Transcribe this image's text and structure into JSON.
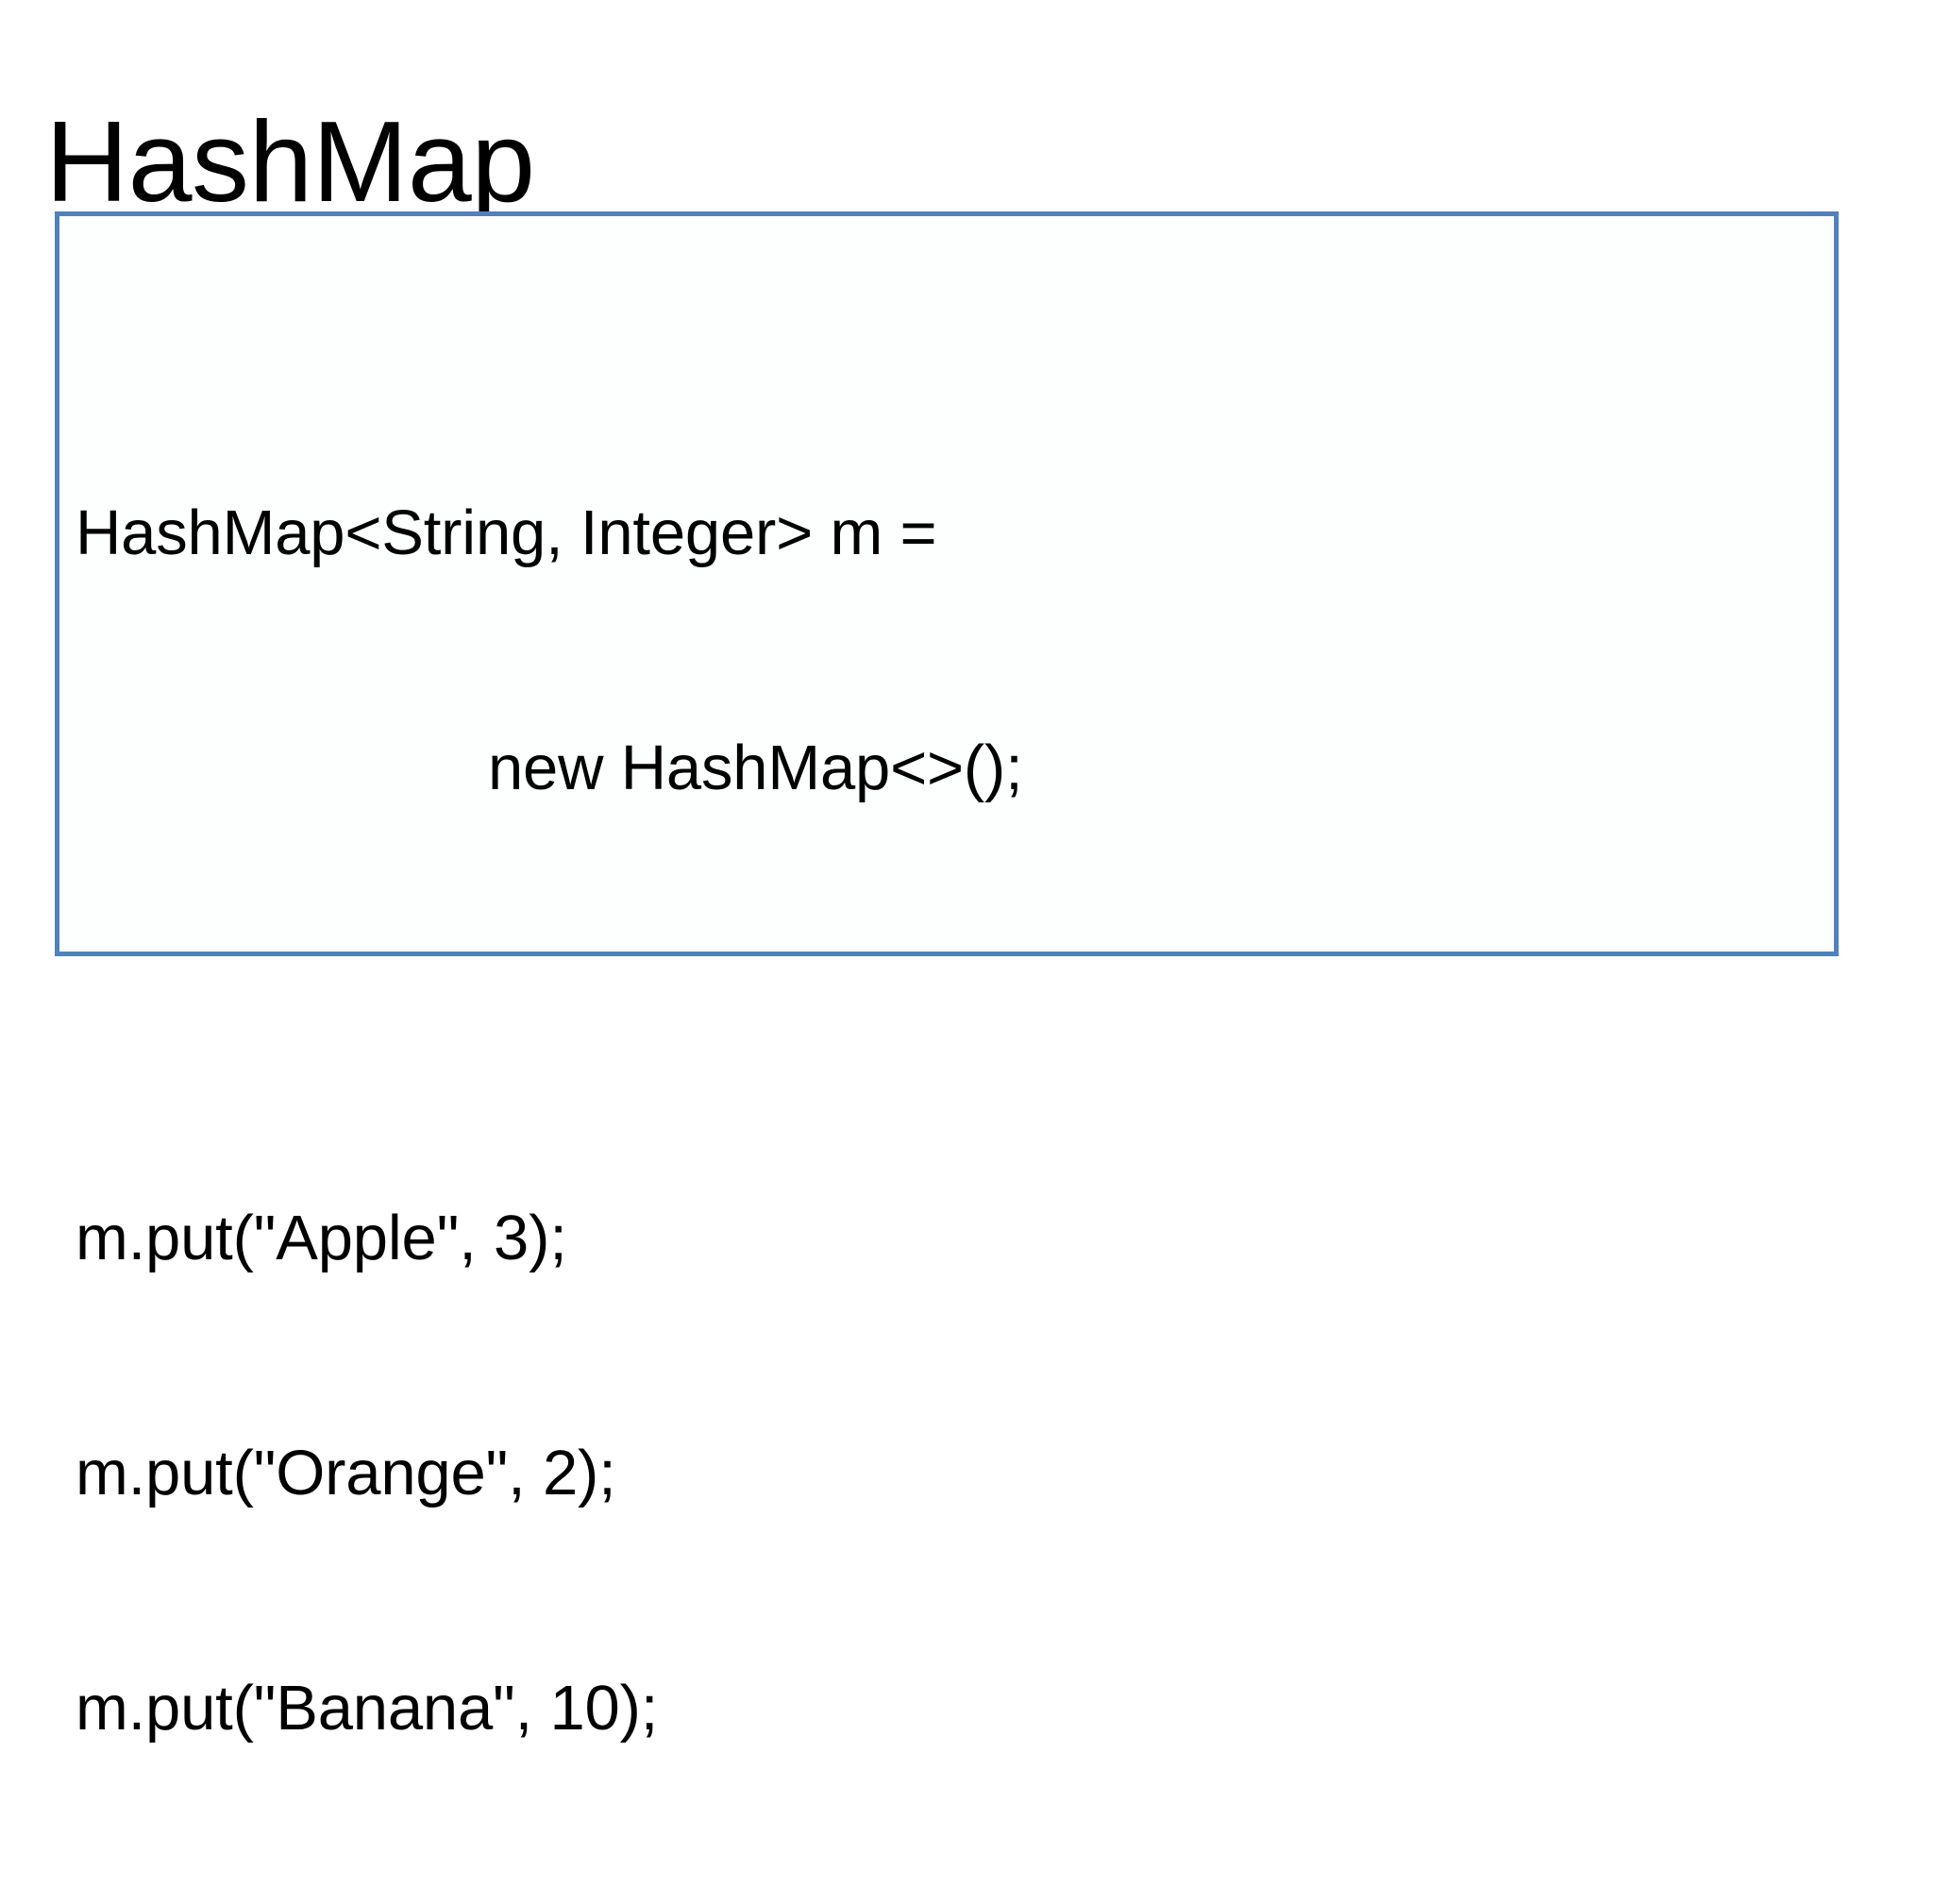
{
  "slide": {
    "title": "HashMap",
    "background_color": "#FFFFFF",
    "text_color": "#000000"
  },
  "code_box": {
    "border_color": "#4F81BD",
    "fill_color": "#FDFEFE",
    "language": "java",
    "lines": [
      {
        "id": "declaration",
        "text": "HashMap<String, Integer> m =",
        "indent": false
      },
      {
        "id": "instantiation",
        "text": "new HashMap<>();",
        "indent": true
      },
      {
        "id": "spacer",
        "text": "",
        "indent": false
      },
      {
        "id": "put-apple",
        "text": "m.put(\"Apple\", 3);",
        "indent": false
      },
      {
        "id": "put-orange",
        "text": "m.put(\"Orange\", 2);",
        "indent": false
      },
      {
        "id": "put-banana",
        "text": "m.put(\"Banana\", 10);",
        "indent": false
      }
    ],
    "entries": [
      {
        "key": "Apple",
        "value": 3
      },
      {
        "key": "Orange",
        "value": 2
      },
      {
        "key": "Banana",
        "value": 10
      }
    ],
    "map_variable": "m",
    "key_type": "String",
    "value_type": "Integer"
  }
}
